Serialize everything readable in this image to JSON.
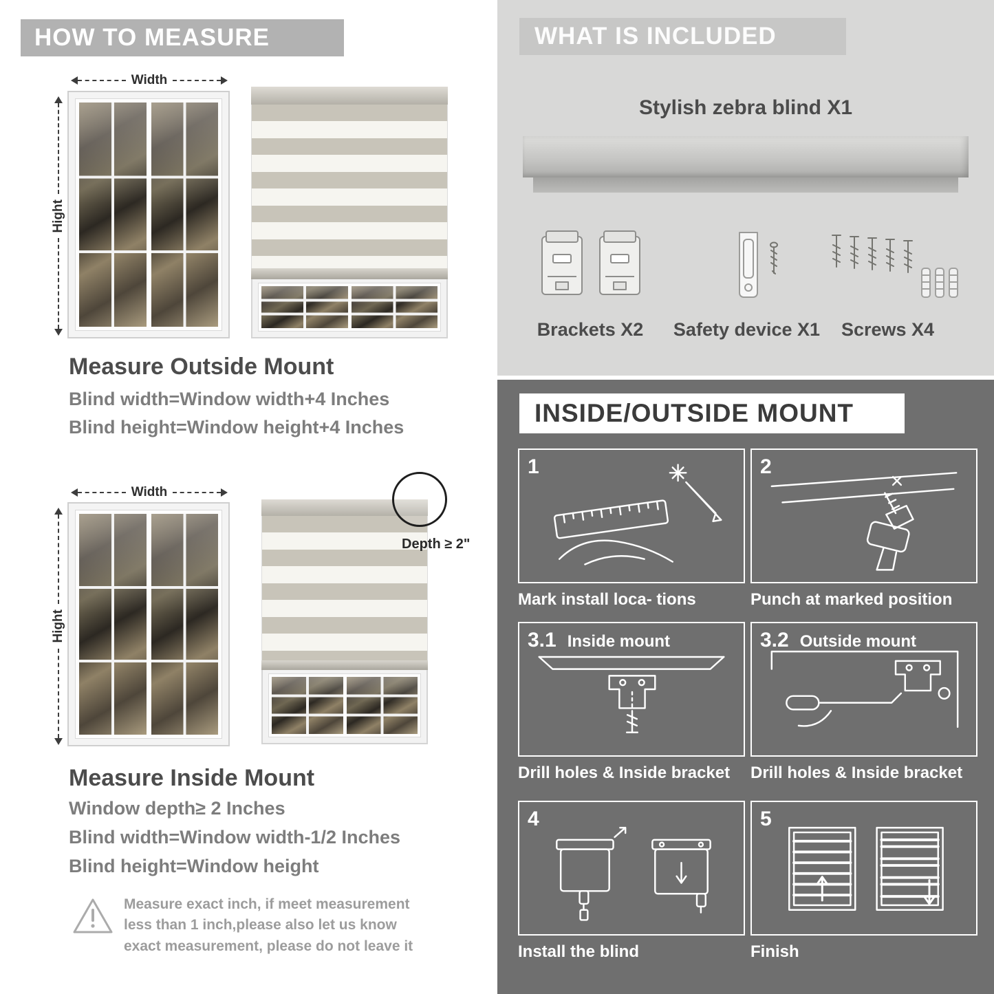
{
  "left": {
    "header": "HOW TO MEASURE",
    "fig_outside": {
      "width_label": "Width",
      "height_label": "Hight"
    },
    "outside_title": "Measure Outside Mount",
    "outside_line1": "Blind width=Window width+4 Inches",
    "outside_line2": "Blind height=Window height+4 Inches",
    "fig_inside": {
      "width_label": "Width",
      "height_label": "Hight",
      "depth_label": "Depth ≥ 2\""
    },
    "inside_title": "Measure Inside Mount",
    "inside_line1": "Window depth≥ 2 Inches",
    "inside_line2": "Blind width=Window width-1/2 Inches",
    "inside_line3": "Blind height=Window height",
    "note": "Measure exact inch, if meet measurement less than 1 inch,please also let us know exact measurement, please do not leave it"
  },
  "included": {
    "header": "WHAT IS INCLUDED",
    "blind_label": "Stylish zebra blind X1",
    "items": [
      {
        "label": "Brackets X2"
      },
      {
        "label": "Safety device X1"
      },
      {
        "label": "Screws X4"
      }
    ]
  },
  "mount": {
    "header": "INSIDE/OUTSIDE MOUNT",
    "steps": [
      {
        "num": "1",
        "title": "",
        "caption": "Mark install loca- tions"
      },
      {
        "num": "2",
        "title": "",
        "caption": "Punch at  marked position"
      },
      {
        "num": "3.1",
        "title": "Inside mount",
        "caption": "Drill holes &  Inside bracket"
      },
      {
        "num": "3.2",
        "title": "Outside mount",
        "caption": "Drill holes &  Inside bracket"
      },
      {
        "num": "4",
        "title": "",
        "caption": "Install the blind"
      },
      {
        "num": "5",
        "title": "",
        "caption": "Finish"
      }
    ]
  },
  "colors": {
    "left_header_bg": "#b2b2b2",
    "included_bg": "#d8d8d7",
    "included_header_bg": "#c7c7c6",
    "mount_bg": "#6f6f6f"
  }
}
